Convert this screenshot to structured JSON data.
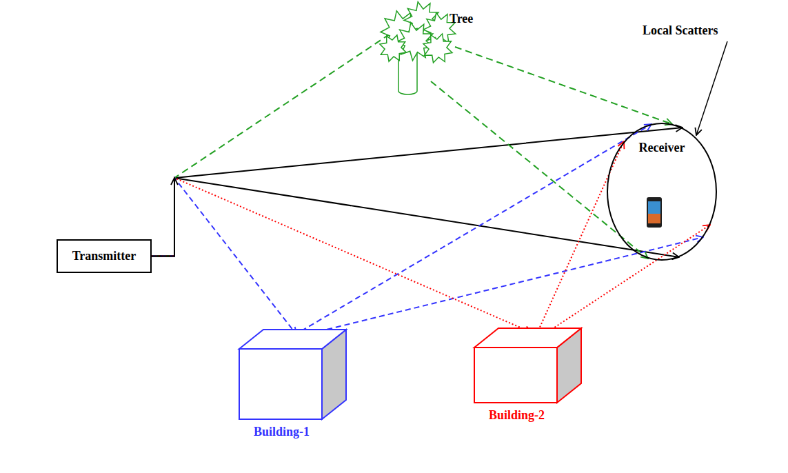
{
  "diagram": {
    "nodes": [
      {
        "text": [
          "Tree"
        ]
      },
      {
        "text": [
          "Receiver"
        ]
      },
      {
        "text": [
          "Transmitter"
        ]
      },
      {
        "text": [
          "Building-1"
        ]
      },
      {
        "text": [
          "Building-2"
        ]
      }
    ],
    "edges": [
      {
        "from": 2,
        "to": 1,
        "arrow": "to"
      },
      {
        "from": 2,
        "to": 1,
        "arrow": "to"
      },
      {
        "from": 2,
        "to": 0,
        "arrow": "none"
      },
      {
        "from": 0,
        "to": 1,
        "arrow": "to"
      },
      {
        "from": 0,
        "to": 1,
        "arrow": "to"
      },
      {
        "from": 2,
        "to": 3,
        "arrow": "to"
      },
      {
        "from": 3,
        "to": 1,
        "arrow": "to"
      },
      {
        "from": 3,
        "to": 1,
        "arrow": "to"
      },
      {
        "from": 2,
        "to": 4,
        "arrow": "to"
      },
      {
        "from": 4,
        "to": 1,
        "arrow": "to"
      },
      {
        "from": 4,
        "to": 1,
        "arrow": "to"
      }
    ],
    "labels": [
      "Local Scatters"
    ]
  }
}
